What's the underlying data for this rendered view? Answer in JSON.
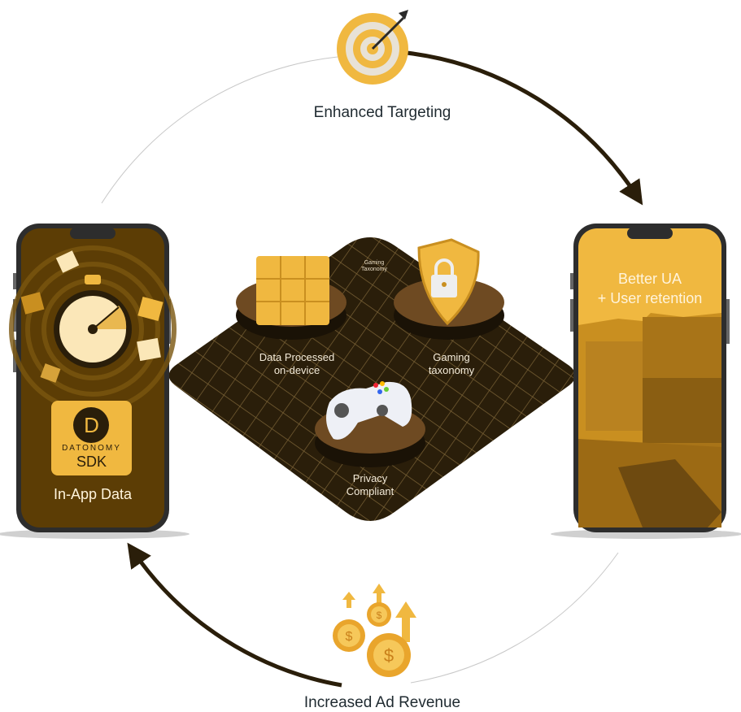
{
  "cycle": {
    "top_label": "Enhanced Targeting",
    "bottom_label": "Increased Ad Revenue"
  },
  "left_phone": {
    "logo_letter": "D",
    "brand": "DATONOMY",
    "product": "SDK",
    "caption": "In-App Data"
  },
  "right_phone": {
    "caption": "Better UA\n+ User retention"
  },
  "platform": {
    "small_label": "Gaming\nTaxonomy",
    "items": [
      {
        "label": "Data Processed\non-device"
      },
      {
        "label": "Gaming\ntaxonomy"
      },
      {
        "label": "Privacy\nCompliant"
      }
    ]
  },
  "colors": {
    "gold": "#f0b840",
    "dark_brown": "#2a1e0a",
    "phone_brown": "#5c3d05",
    "platform_top": "#6e4a22"
  }
}
